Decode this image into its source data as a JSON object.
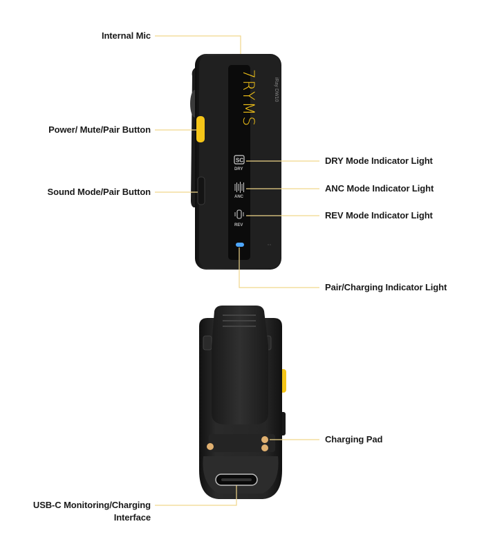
{
  "device": {
    "brand_logo": "7RYMS",
    "model": "iRay DW10",
    "accent_color": "#f5c518",
    "led_color": "#4da6ff",
    "leader_line_color": "#f0d68a",
    "front_icons": [
      {
        "name": "dry-icon",
        "glyph": "SC",
        "caption": "DRY"
      },
      {
        "name": "anc-icon",
        "glyph": "waveform",
        "caption": "ANC"
      },
      {
        "name": "rev-icon",
        "glyph": "speaker",
        "caption": "REV"
      }
    ]
  },
  "callouts": {
    "internal_mic": "Internal Mic",
    "power_button": "Power/ Mute/Pair Button",
    "sound_mode_button": "Sound Mode/Pair Button",
    "dry_light": "DRY Mode Indicator Light",
    "anc_light": "ANC Mode Indicator Light",
    "rev_light": "REV Mode Indicator Light",
    "pair_light": "Pair/Charging Indicator Light",
    "charging_pad": "Charging Pad",
    "usbc_line1": "USB-C Monitoring/Charging",
    "usbc_line2": "Interface"
  }
}
